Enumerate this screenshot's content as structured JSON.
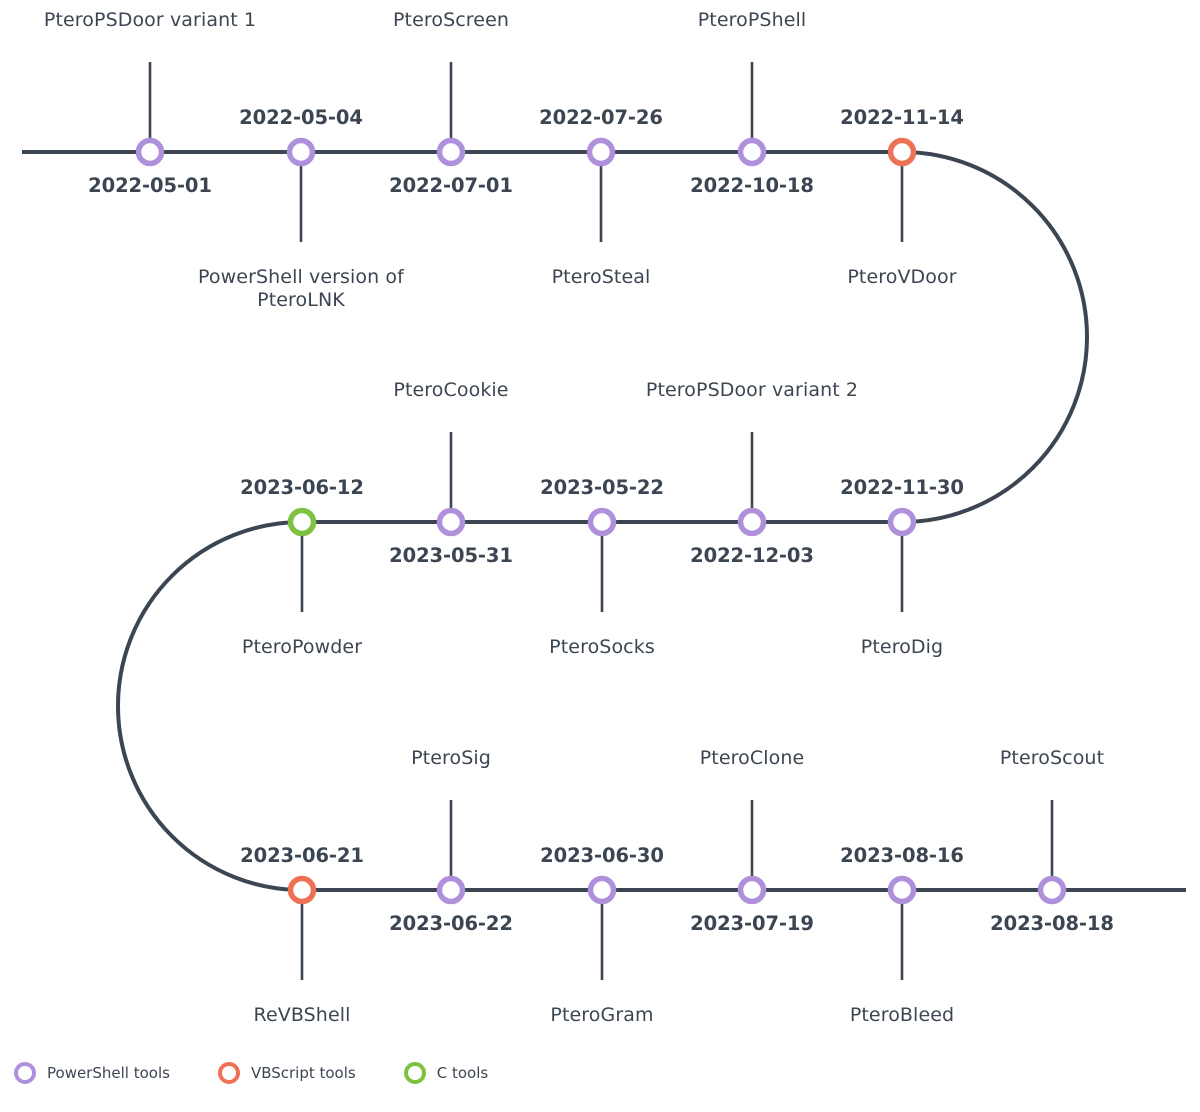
{
  "diagram": {
    "type": "snaking-timeline",
    "background": "#ffffff",
    "line_color": "#3c4652",
    "text_color": "#3c4652"
  },
  "categories": {
    "powershell": {
      "key": "powershell",
      "color": "#AF90DB",
      "label": "PowerShell tools"
    },
    "vbscript": {
      "key": "vbscript",
      "color": "#EE7155",
      "label": "VBScript tools"
    },
    "c": {
      "key": "c",
      "color": "#7FC242",
      "label": "C tools"
    }
  },
  "rows": [
    {
      "row_index": 0,
      "y": 152,
      "events": [
        {
          "date": "2022-05-01",
          "name": "PteroPSDoor variant 1",
          "category": "powershell",
          "x": 150,
          "stem": "up",
          "name_side": "above",
          "date_side": "below"
        },
        {
          "date": "2022-05-04",
          "name": "PowerShell version of\nPteroLNK",
          "category": "powershell",
          "x": 301,
          "stem": "down",
          "name_side": "below",
          "date_side": "above"
        },
        {
          "date": "2022-07-01",
          "name": "PteroScreen",
          "category": "powershell",
          "x": 451,
          "stem": "up",
          "name_side": "above",
          "date_side": "below"
        },
        {
          "date": "2022-07-26",
          "name": "PteroSteal",
          "category": "powershell",
          "x": 601,
          "stem": "down",
          "name_side": "below",
          "date_side": "above"
        },
        {
          "date": "2022-10-18",
          "name": "PteroPShell",
          "category": "powershell",
          "x": 752,
          "stem": "up",
          "name_side": "above",
          "date_side": "below"
        },
        {
          "date": "2022-11-14",
          "name": "PteroVDoor",
          "category": "vbscript",
          "x": 902,
          "stem": "down",
          "name_side": "below",
          "date_side": "above"
        }
      ]
    },
    {
      "row_index": 1,
      "y": 522,
      "events": [
        {
          "date": "2023-06-12",
          "name": "PteroPowder",
          "category": "c",
          "x": 302,
          "stem": "down",
          "name_side": "below",
          "date_side": "above"
        },
        {
          "date": "2023-05-31",
          "name": "PteroCookie",
          "category": "powershell",
          "x": 451,
          "stem": "up",
          "name_side": "above",
          "date_side": "below"
        },
        {
          "date": "2023-05-22",
          "name": "PteroSocks",
          "category": "powershell",
          "x": 602,
          "stem": "down",
          "name_side": "below",
          "date_side": "above"
        },
        {
          "date": "2022-12-03",
          "name": "PteroPSDoor variant 2",
          "category": "powershell",
          "x": 752,
          "stem": "up",
          "name_side": "above",
          "date_side": "below"
        },
        {
          "date": "2022-11-30",
          "name": "PteroDig",
          "category": "powershell",
          "x": 902,
          "stem": "down",
          "name_side": "below",
          "date_side": "above"
        }
      ]
    },
    {
      "row_index": 2,
      "y": 890,
      "events": [
        {
          "date": "2023-06-21",
          "name": "ReVBShell",
          "category": "vbscript",
          "x": 302,
          "stem": "down",
          "name_side": "below",
          "date_side": "above"
        },
        {
          "date": "2023-06-22",
          "name": "PteroSig",
          "category": "powershell",
          "x": 451,
          "stem": "up",
          "name_side": "above",
          "date_side": "below"
        },
        {
          "date": "2023-06-30",
          "name": "PteroGram",
          "category": "powershell",
          "x": 602,
          "stem": "down",
          "name_side": "below",
          "date_side": "above"
        },
        {
          "date": "2023-07-19",
          "name": "PteroClone",
          "category": "powershell",
          "x": 752,
          "stem": "up",
          "name_side": "above",
          "date_side": "below"
        },
        {
          "date": "2023-08-16",
          "name": "PteroBleed",
          "category": "powershell",
          "x": 902,
          "stem": "down",
          "name_side": "below",
          "date_side": "above"
        },
        {
          "date": "2023-08-18",
          "name": "PteroScout",
          "category": "powershell",
          "x": 1052,
          "stem": "up",
          "name_side": "above",
          "date_side": "below"
        }
      ]
    }
  ],
  "legend": {
    "items": [
      {
        "label": "PowerShell tools",
        "color": "#AF90DB"
      },
      {
        "label": "VBScript tools",
        "color": "#EE7155"
      },
      {
        "label": "C tools",
        "color": "#7FC242"
      }
    ]
  },
  "chart_data": {
    "type": "timeline",
    "title": "",
    "legend_position": "bottom-left",
    "series": [
      {
        "name": "PowerShell tools",
        "color": "#AF90DB"
      },
      {
        "name": "VBScript tools",
        "color": "#EE7155"
      },
      {
        "name": "C tools",
        "color": "#7FC242"
      }
    ],
    "events": [
      {
        "date": "2022-05-01",
        "tool": "PteroPSDoor variant 1",
        "category": "PowerShell tools"
      },
      {
        "date": "2022-05-04",
        "tool": "PowerShell version of PteroLNK",
        "category": "PowerShell tools"
      },
      {
        "date": "2022-07-01",
        "tool": "PteroScreen",
        "category": "PowerShell tools"
      },
      {
        "date": "2022-07-26",
        "tool": "PteroSteal",
        "category": "PowerShell tools"
      },
      {
        "date": "2022-10-18",
        "tool": "PteroPShell",
        "category": "PowerShell tools"
      },
      {
        "date": "2022-11-14",
        "tool": "PteroVDoor",
        "category": "VBScript tools"
      },
      {
        "date": "2022-11-30",
        "tool": "PteroDig",
        "category": "PowerShell tools"
      },
      {
        "date": "2022-12-03",
        "tool": "PteroPSDoor variant 2",
        "category": "PowerShell tools"
      },
      {
        "date": "2023-05-22",
        "tool": "PteroSocks",
        "category": "PowerShell tools"
      },
      {
        "date": "2023-05-31",
        "tool": "PteroCookie",
        "category": "PowerShell tools"
      },
      {
        "date": "2023-06-12",
        "tool": "PteroPowder",
        "category": "C tools"
      },
      {
        "date": "2023-06-21",
        "tool": "ReVBShell",
        "category": "VBScript tools"
      },
      {
        "date": "2023-06-22",
        "tool": "PteroSig",
        "category": "PowerShell tools"
      },
      {
        "date": "2023-06-30",
        "tool": "PteroGram",
        "category": "PowerShell tools"
      },
      {
        "date": "2023-07-19",
        "tool": "PteroClone",
        "category": "PowerShell tools"
      },
      {
        "date": "2023-08-16",
        "tool": "PteroBleed",
        "category": "PowerShell tools"
      },
      {
        "date": "2023-08-18",
        "tool": "PteroScout",
        "category": "PowerShell tools"
      }
    ]
  }
}
